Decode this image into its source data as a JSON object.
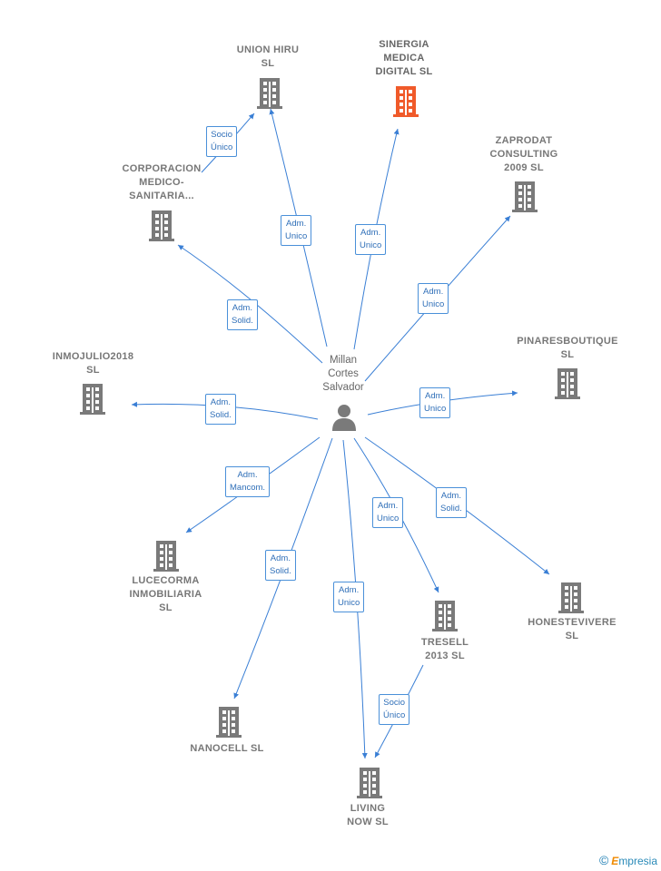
{
  "center": {
    "name": "Millan\nCortes\nSalvador"
  },
  "colors": {
    "edge": "#3a7fd5",
    "building": "#7a7a7a",
    "highlight": "#f05a2a"
  },
  "companies": [
    {
      "id": "union_hiru",
      "name": "UNION HIRU\nSL"
    },
    {
      "id": "sinergia",
      "name": "SINERGIA\nMEDICA\nDIGITAL  SL",
      "highlight": true
    },
    {
      "id": "zaprodat",
      "name": "ZAPRODAT\nCONSULTING\n2009 SL"
    },
    {
      "id": "corporacion",
      "name": "CORPORACION\nMEDICO-\nSANITARIA..."
    },
    {
      "id": "pinares",
      "name": "PINARESBOUTIQUE\nSL"
    },
    {
      "id": "inmojulio",
      "name": "INMOJULIO2018\nSL"
    },
    {
      "id": "lucecorma",
      "name": "LUCECORMA\nINMOBILIARIA\nSL"
    },
    {
      "id": "honeste",
      "name": "HONESTEVIVERE\nSL"
    },
    {
      "id": "tresell",
      "name": "TRESELL\n2013  SL"
    },
    {
      "id": "nanocell",
      "name": "NANOCELL  SL"
    },
    {
      "id": "living",
      "name": "LIVING\nNOW  SL"
    }
  ],
  "relations": [
    {
      "id": "r_union",
      "label": "Adm.\nUnico"
    },
    {
      "id": "r_sinergia",
      "label": "Adm.\nUnico"
    },
    {
      "id": "r_zaprodat",
      "label": "Adm.\nUnico"
    },
    {
      "id": "r_corporacion",
      "label": "Adm.\nSolid."
    },
    {
      "id": "r_corp_union",
      "label": "Socio\nÚnico"
    },
    {
      "id": "r_pinares",
      "label": "Adm.\nUnico"
    },
    {
      "id": "r_inmojulio",
      "label": "Adm.\nSolid."
    },
    {
      "id": "r_lucecorma",
      "label": "Adm.\nMancom."
    },
    {
      "id": "r_honeste",
      "label": "Adm.\nSolid."
    },
    {
      "id": "r_tresell",
      "label": "Adm.\nUnico"
    },
    {
      "id": "r_nanocell",
      "label": "Adm.\nSolid."
    },
    {
      "id": "r_living",
      "label": "Adm.\nUnico"
    },
    {
      "id": "r_tresell_living",
      "label": "Socio\nÚnico"
    }
  ],
  "footer": {
    "copyright": "©",
    "brand_first": "E",
    "brand_rest": "mpresia"
  }
}
